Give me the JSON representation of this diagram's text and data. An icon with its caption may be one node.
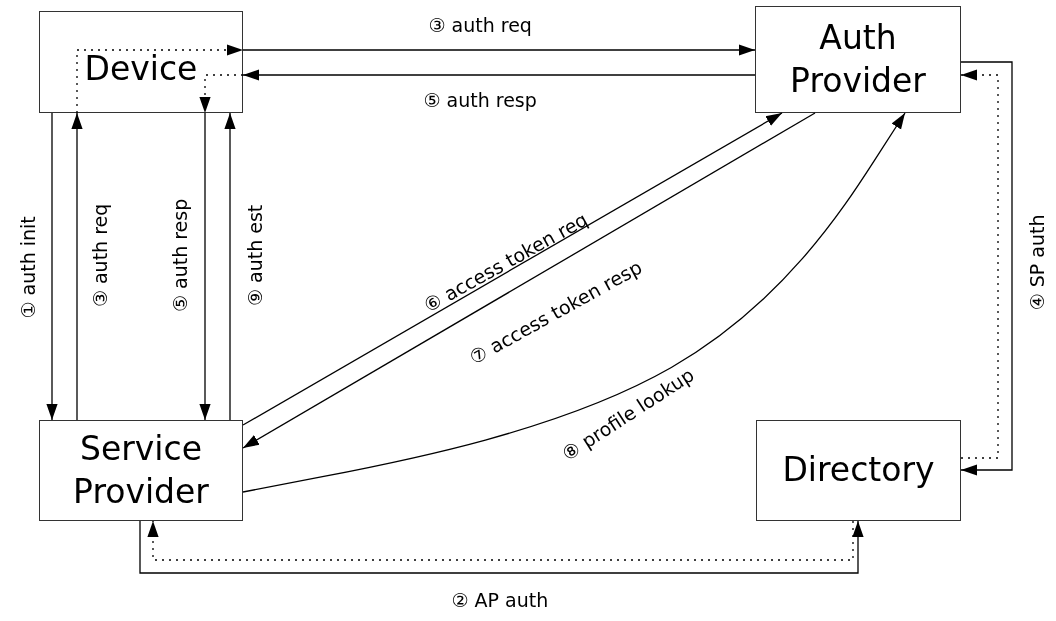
{
  "diagram": {
    "nodes": [
      {
        "text": [
          "Device"
        ]
      },
      {
        "text": [
          "Auth Provider"
        ]
      },
      {
        "text": [
          "Service Provider"
        ]
      },
      {
        "text": [
          "Directory"
        ]
      }
    ],
    "edges": [
      {
        "from": 0,
        "to": 2,
        "arrow": "to",
        "label": "① auth init"
      },
      {
        "from": 2,
        "to": 0,
        "arrow": "to",
        "label": "③ auth req"
      },
      {
        "from": 0,
        "to": 2,
        "arrow": "to",
        "label": "⑤ auth resp"
      },
      {
        "from": 2,
        "to": 0,
        "arrow": "to",
        "label": "⑨ auth est"
      },
      {
        "from": 0,
        "to": 1,
        "arrow": "to",
        "label": "③ auth req"
      },
      {
        "from": 1,
        "to": 0,
        "arrow": "to",
        "label": "⑤ auth resp"
      },
      {
        "from": 2,
        "to": 1,
        "arrow": "to",
        "label": "⑥ access token req"
      },
      {
        "from": 1,
        "to": 2,
        "arrow": "to",
        "label": "⑦ access token resp"
      },
      {
        "from": 2,
        "to": 1,
        "arrow": "to",
        "label": "⑧ profile lookup"
      },
      {
        "from": 1,
        "to": 3,
        "arrow": "to",
        "label": "④ SP auth"
      },
      {
        "from": 2,
        "to": 3,
        "arrow": "to",
        "label": "② AP auth"
      },
      {
        "from": 3,
        "to": 1,
        "arrow": "to",
        "style": "dashed"
      },
      {
        "from": 3,
        "to": 2,
        "arrow": "to",
        "style": "dashed"
      },
      {
        "from": 0,
        "to": 0,
        "arrow": "to",
        "style": "dashed"
      },
      {
        "from": 0,
        "to": 0,
        "arrow": "to",
        "style": "dashed"
      }
    ]
  }
}
